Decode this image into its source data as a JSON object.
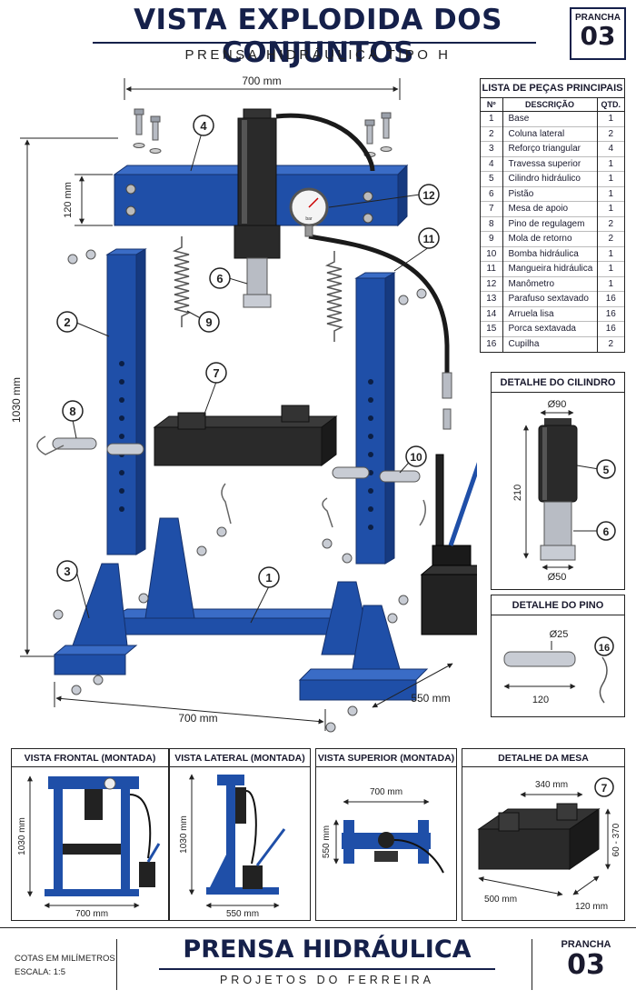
{
  "header": {
    "title": "VISTA EXPLODIDA DOS CONJUNTOS",
    "subtitle": "PRENSA HIDRÁULICA TIPO H",
    "sheet_label": "PRANCHA",
    "sheet_number": "03"
  },
  "main_drawing": {
    "dim_width_top": "700 mm",
    "dim_height": "1030 mm",
    "dim_beam_height": "120 mm",
    "dim_width_bottom": "700 mm",
    "dim_depth": "550 mm",
    "gauge_unit": "bar",
    "callouts": [
      "1",
      "2",
      "3",
      "4",
      "6",
      "7",
      "8",
      "9",
      "10",
      "11",
      "12"
    ]
  },
  "parts_list": {
    "title": "LISTA DE PEÇAS PRINCIPAIS",
    "columns": [
      "Nº",
      "DESCRIÇÃO",
      "QTD."
    ],
    "rows": [
      [
        "1",
        "Base",
        "1"
      ],
      [
        "2",
        "Coluna lateral",
        "2"
      ],
      [
        "3",
        "Reforço triangular",
        "4"
      ],
      [
        "4",
        "Travessa superior",
        "1"
      ],
      [
        "5",
        "Cilindro hidráulico",
        "1"
      ],
      [
        "6",
        "Pistão",
        "1"
      ],
      [
        "7",
        "Mesa de apoio",
        "1"
      ],
      [
        "8",
        "Pino de regulagem",
        "2"
      ],
      [
        "9",
        "Mola de retorno",
        "2"
      ],
      [
        "10",
        "Bomba hidráulica",
        "1"
      ],
      [
        "11",
        "Mangueira hidráulica",
        "1"
      ],
      [
        "12",
        "Manômetro",
        "1"
      ],
      [
        "13",
        "Parafuso sextavado",
        "16"
      ],
      [
        "14",
        "Arruela lisa",
        "16"
      ],
      [
        "15",
        "Porca sextavada",
        "16"
      ],
      [
        "16",
        "Cupilha",
        "2"
      ]
    ]
  },
  "detail_cylinder": {
    "title": "DETALHE DO CILINDRO",
    "dim_top": "Ø90",
    "dim_height": "210",
    "dim_bottom": "Ø50",
    "callouts": [
      "5",
      "6"
    ]
  },
  "detail_pin": {
    "title": "DETALHE DO PINO",
    "dim_diameter": "Ø25",
    "dim_length": "120",
    "callout": "16"
  },
  "views": {
    "front": {
      "title": "VISTA FRONTAL (MONTADA)",
      "dim_h": "1030 mm",
      "dim_w": "700 mm"
    },
    "side": {
      "title": "VISTA LATERAL (MONTADA)",
      "dim_h": "1030 mm",
      "dim_w": "550 mm"
    },
    "top": {
      "title": "VISTA SUPERIOR (MONTADA)",
      "dim_w": "700 mm",
      "dim_h": "550 mm"
    },
    "table": {
      "title": "DETALHE DA MESA",
      "dim_top": "340 mm",
      "dim_side": "60 - 370",
      "dim_bottom": "500 mm",
      "dim_depth": "120 mm",
      "callout": "7"
    }
  },
  "footer": {
    "note_1": "COTAS EM MILÍMETROS",
    "note_2": "ESCALA: 1:5",
    "title": "PRENSA HIDRÁULICA",
    "subtitle": "PROJETOS DO FERREIRA",
    "sheet_label": "PRANCHA",
    "sheet_number": "03"
  },
  "colors": {
    "frame_blue": "#1f4fa8",
    "frame_blue_dark": "#163a80",
    "black_part": "#222222",
    "steel": "#b8bcc4",
    "title_navy": "#15204a"
  }
}
